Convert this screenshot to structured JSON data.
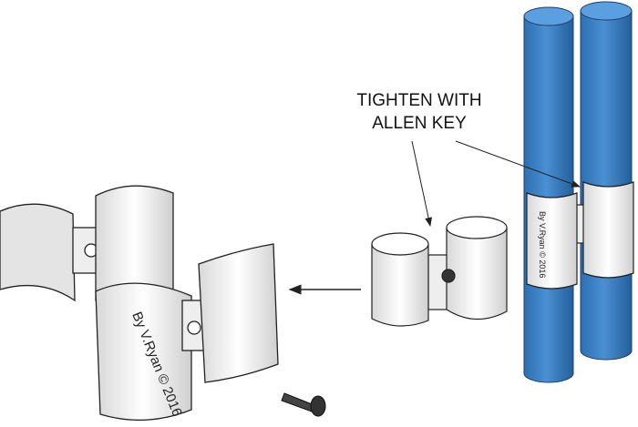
{
  "annotation": {
    "line1": "TIGHTEN WITH",
    "line2": "ALLEN KEY"
  },
  "credit": "By V.Ryan © 2016",
  "colors": {
    "pipe": "#3a7fc4",
    "pipe_dark": "#1f5a96",
    "clamp": "#f2f2f2",
    "outline": "#222222"
  }
}
